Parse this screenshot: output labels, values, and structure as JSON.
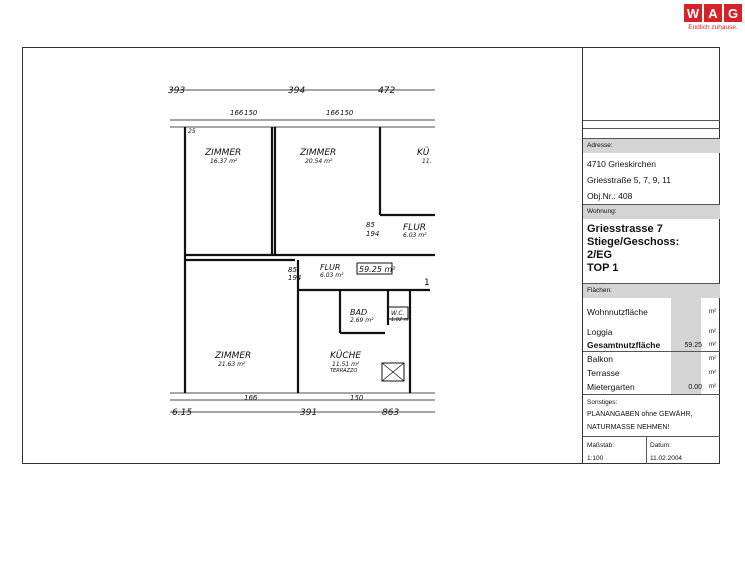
{
  "logo": {
    "letters": [
      "W",
      "A",
      "G"
    ],
    "tagline": "Endlich zuhause.",
    "brand_color": "#d6232a"
  },
  "plan": {
    "dims_top": [
      "393",
      "394",
      "472"
    ],
    "dims_bottom": [
      "6.15",
      "391",
      "863"
    ],
    "window_marks": [
      "166",
      "150"
    ],
    "door_marks": [
      "85",
      "194"
    ],
    "small_marks": [
      "25",
      "1"
    ],
    "total_area": "59.25 m²",
    "rooms": [
      {
        "name": "ZIMMER",
        "area": "16.37 m²"
      },
      {
        "name": "ZIMMER",
        "area": "20.54 m²"
      },
      {
        "name": "KÜ",
        "area": "11."
      },
      {
        "name": "FLUR",
        "area": "6.03 m²"
      },
      {
        "name": "FLUR",
        "area": "6.03 m²"
      },
      {
        "name": "BAD",
        "area": "2.69 m²"
      },
      {
        "name": "W.C.",
        "area": "1.02 m²"
      },
      {
        "name": "ZIMMER",
        "area": "21.63 m²"
      },
      {
        "name": "KÜCHE",
        "area": "11.51 m²",
        "note": "TERRAZZO"
      }
    ]
  },
  "panel": {
    "address_label": "Adresse:",
    "address": [
      "4710 Grieskirchen",
      "Griesstraße 5, 7, 9, 11",
      "Obj.Nr.: 408"
    ],
    "unit_label": "Wohnung:",
    "unit": [
      "Griesstrasse 7",
      "Stiege/Geschoss:",
      "2/EG",
      "TOP 1"
    ],
    "areas_label": "Flächen:",
    "areas": [
      {
        "label": "Wohnnutzfläche",
        "value": "",
        "unit": "m²"
      },
      {
        "label": "Loggia",
        "value": "",
        "unit": "m²"
      },
      {
        "label": "Gesamtnutzfläche",
        "value": "59.25",
        "unit": "m²"
      },
      {
        "label": "Balkon",
        "value": "",
        "unit": "m²"
      },
      {
        "label": "Terrasse",
        "value": "",
        "unit": "m²"
      },
      {
        "label": "Mietergarten",
        "value": "0.00",
        "unit": "m²"
      }
    ],
    "misc_label": "Sonstiges:",
    "misc": [
      "PLANANGABEN ohne GEWÄHR,",
      "NATURMASSE NEHMEN!"
    ],
    "scale_label": "Maßstab:",
    "scale": "1:100",
    "date_label": "Datum:",
    "date": "11.02.2004"
  }
}
